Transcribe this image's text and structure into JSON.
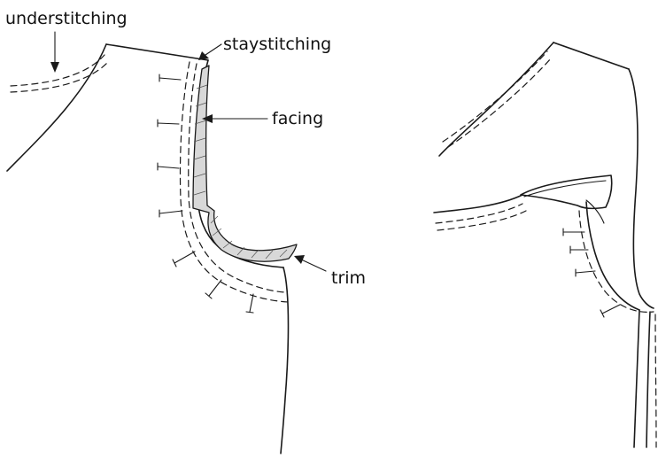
{
  "labels": {
    "understitching": "understitching",
    "staystitching": "staystitching",
    "facing": "facing",
    "trim": "trim"
  },
  "colors": {
    "ink": "#1a1a1a",
    "facing_fill": "#d8d8d8",
    "background": "#ffffff"
  }
}
